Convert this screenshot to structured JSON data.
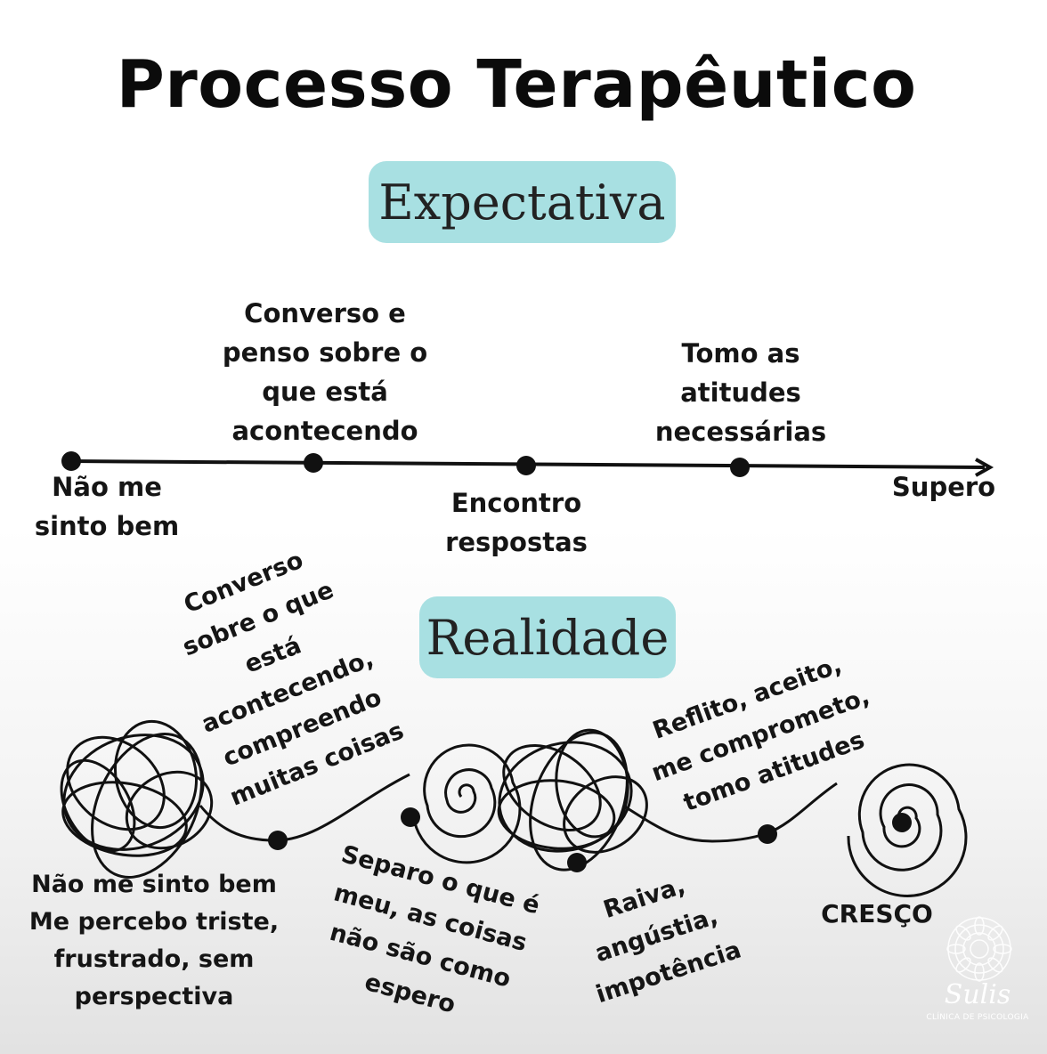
{
  "title": "Processo Terapêutico",
  "expectativa": {
    "heading": "Expectativa",
    "labels": [
      "Não me\nsinto bem",
      "Converso e\npenso sobre o\nque está\nacontecendo",
      "Encontro\nrespostas",
      "Tomo as\natitudes\nnecessárias",
      "Supero"
    ]
  },
  "realidade": {
    "heading": "Realidade",
    "labels": [
      "Não me sinto bem\nMe percebo triste,\nfrustrado, sem\nperspectiva",
      "Converso\nsobre o que\nestá\nacontecendo,\ncompreendo\nmuitas coisas",
      "Separo o que é\nmeu, as coisas\nnão são como\nespero",
      "Raiva,\nangústia,\nimpotência",
      "Reflito, aceito,\nme comprometo,\ntomo atitudes",
      "CRESÇO"
    ]
  },
  "colors": {
    "accent": "#a8e0e2",
    "line": "#111111"
  },
  "logo": {
    "name": "Sulis",
    "subtitle": "CLÍNICA DE PSICOLOGIA",
    "icon": "mandala-icon"
  }
}
